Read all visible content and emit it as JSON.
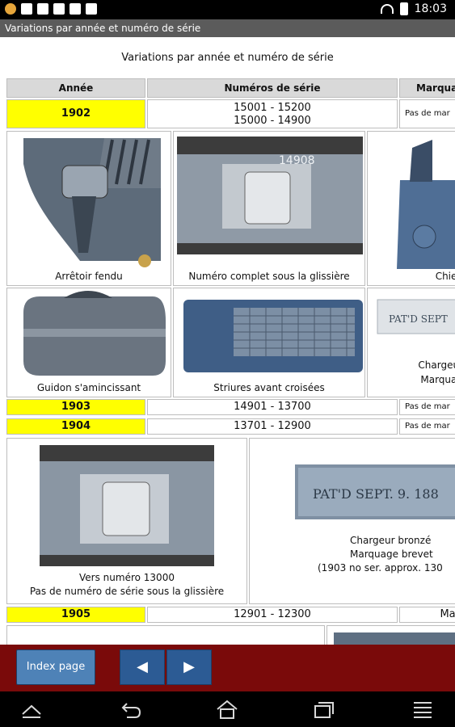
{
  "status_bar": {
    "time": "18:03"
  },
  "title_bar": {
    "title": "Variations par année et numéro de série"
  },
  "page": {
    "heading": "Variations par année et numéro de série",
    "table_headers": [
      "Année",
      "Numéros de série",
      "Marqua"
    ],
    "rows": [
      {
        "year": "1902",
        "serials": [
          "15001 - 15200",
          "15000 - 14900"
        ],
        "marking": "Pas de mar"
      },
      {
        "year": "1903",
        "serials": [
          "14901 - 13700"
        ],
        "marking": "Pas de mar"
      },
      {
        "year": "1904",
        "serials": [
          "13701 - 12900"
        ],
        "marking": "Pas de mar"
      },
      {
        "year": "1905",
        "serials": [
          "12901 - 12300"
        ],
        "marking": "Mar"
      }
    ],
    "figures_1902": [
      {
        "caption": "Arrêtoir fendu",
        "image_text": ""
      },
      {
        "caption": "Numéro complet sous la glissière",
        "image_text": "14908"
      },
      {
        "caption": "Chien",
        "image_text": ""
      },
      {
        "caption": "Guidon s'amincissant",
        "image_text": ""
      },
      {
        "caption": "Striures avant croisées",
        "image_text": ""
      },
      {
        "caption_lines": [
          "Chargeur",
          "Marquag"
        ],
        "image_text": "PAT'D SEPT"
      }
    ],
    "figures_1904": [
      {
        "caption_lines": [
          "Vers numéro 13000",
          "Pas de numéro de série sous la glissière"
        ]
      },
      {
        "caption_lines": [
          "Chargeur bronzé",
          "Marquage brevet",
          "(1903 no ser. approx. 130"
        ],
        "image_text": "PAT'D SEPT. 9. 188"
      }
    ]
  },
  "toolbar": {
    "index_label": "Index page",
    "prev_label": "◀",
    "next_label": "▶"
  },
  "nav_icons": [
    "up-icon",
    "back-icon",
    "home-icon",
    "recents-icon",
    "menu-icon"
  ]
}
